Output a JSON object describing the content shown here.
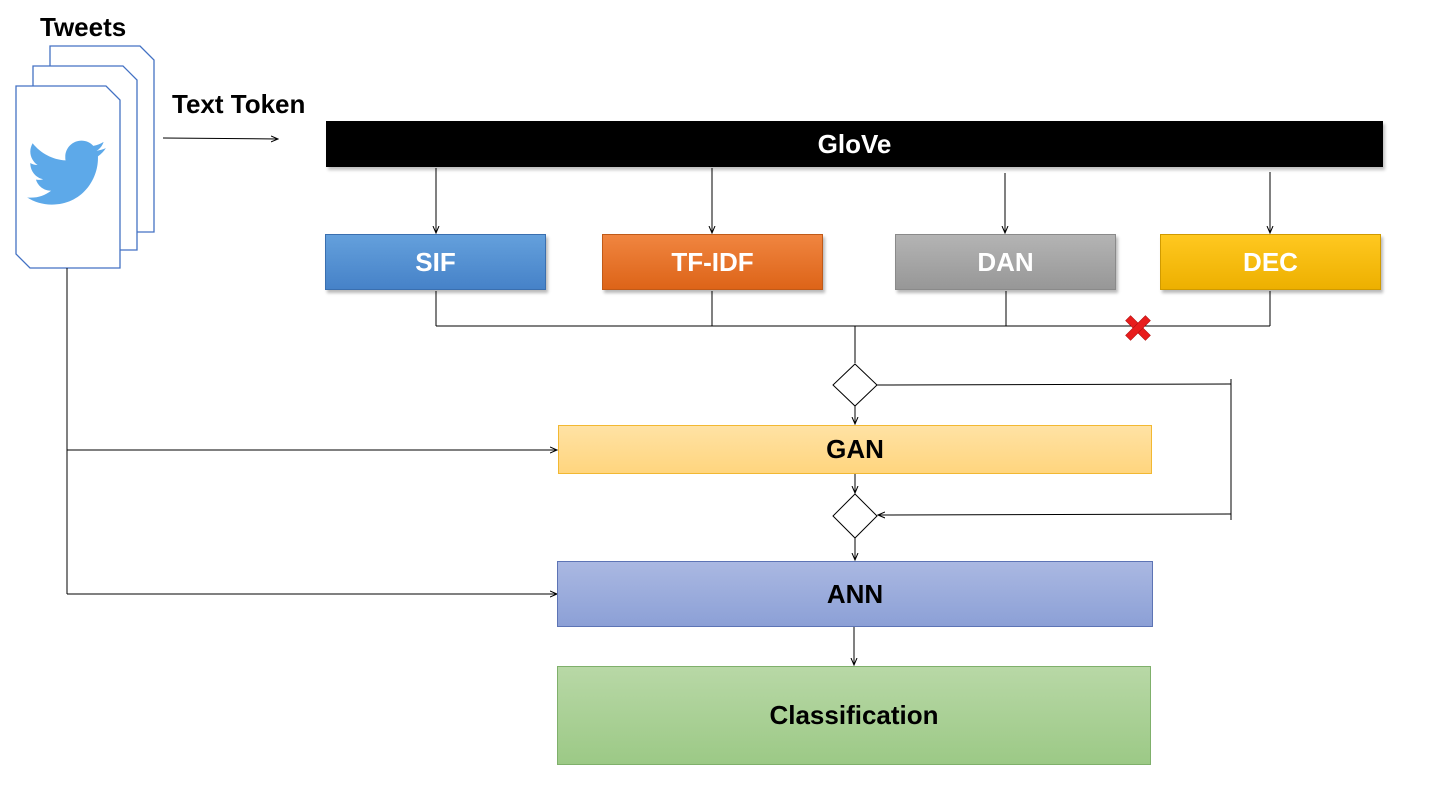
{
  "labels": {
    "tweets": "Tweets",
    "text_token": "Text Token"
  },
  "nodes": {
    "glove": "GloVe",
    "sif": "SIF",
    "tfidf": "TF-IDF",
    "dan": "DAN",
    "dec": "DEC",
    "gan": "GAN",
    "ann": "ANN",
    "classification": "Classification"
  },
  "colors": {
    "glove": "#000000",
    "sif": "#4A8BD0",
    "tfidf": "#E56A22",
    "dan": "#A3A3A3",
    "dec": "#F2B800",
    "gan": "#FFD98A",
    "ann": "#93A6DA",
    "classification": "#A8D08D",
    "twitter_bird": "#5DA9E9",
    "excluded_marker": "#E81C1C"
  },
  "icons": {
    "tweets": "twitter-bird-icon",
    "excluded": "red-x-icon"
  }
}
